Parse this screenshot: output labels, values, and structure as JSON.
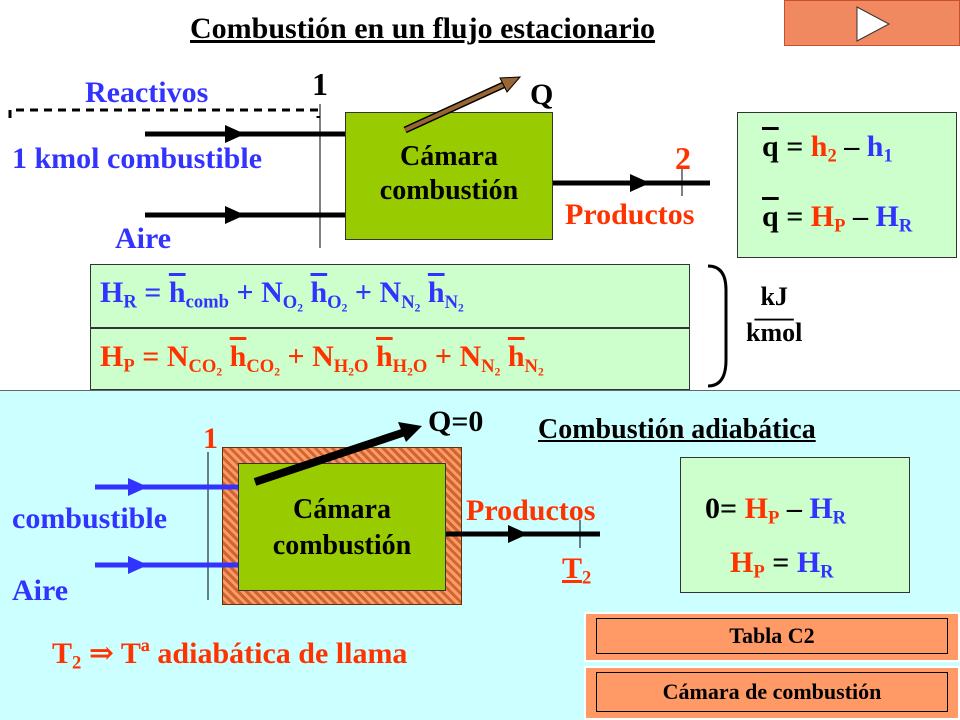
{
  "title": "Combustión en un flujo estacionario",
  "top": {
    "reactivos": "Reactivos",
    "state1": "1",
    "q": "Q",
    "fuel": "1 kmol combustible",
    "chamber_line1": "Cámara",
    "chamber_line2": "combustión",
    "state2": "2",
    "productos": "Productos",
    "aire": "Aire"
  },
  "eq_q1": {
    "lhs": "q",
    "eq": " = ",
    "a": "h",
    "a_sub": "2",
    "minus": " – ",
    "b": "h",
    "b_sub": "1"
  },
  "eq_q2": {
    "lhs": "q",
    "eq": " = ",
    "a": "H",
    "a_sub": "P",
    "minus": " – ",
    "b": "H",
    "b_sub": "R"
  },
  "eq_hr": {
    "lhs": "H",
    "lhs_sub": "R",
    "eq": " = ",
    "t1": "h",
    "t1_sub": "comb",
    "plus": " + ",
    "n2": "N",
    "n2_sub": "O",
    "n2_sub2": "2",
    "t2": "h",
    "t2_sub": "O",
    "t2_sub2": "2",
    "n3": "N",
    "n3_sub": "N",
    "n3_sub2": "2",
    "t3": "h",
    "t3_sub": "N",
    "t3_sub2": "2"
  },
  "eq_hp": {
    "lhs": "H",
    "lhs_sub": "P",
    "eq": " = ",
    "n1": "N",
    "n1_sub": "CO",
    "n1_sub2": "2",
    "t1": "h",
    "t1_sub": "CO",
    "t1_sub2": "2",
    "plus": " + ",
    "n2": "N",
    "n2_sub": "H",
    "n2_sub2": "2",
    "n2_sub3": "O",
    "t2": "h",
    "t2_sub": "H",
    "t2_sub2": "2",
    "t2_sub3": "O",
    "n3": "N",
    "n3_sub": "N",
    "n3_sub2": "2",
    "t3": "h",
    "t3_sub": "N",
    "t3_sub2": "2"
  },
  "units": {
    "num": "kJ",
    "line": "___",
    "den": "kmol"
  },
  "bottom": {
    "q0": "Q=0",
    "heading": "Combustión adiabática",
    "state1": "1",
    "fuel": "combustible",
    "aire": "Aire",
    "chamber_line1": "Cámara",
    "chamber_line2": "combustión",
    "productos": "Productos",
    "t2": "T",
    "t2_sub": "2",
    "flame_t": "T",
    "flame_sub": "2",
    "flame_arrow": "  ⇒  ",
    "flame_text": "Tª adiabática de llama"
  },
  "eq_ad1": {
    "lhs": "0",
    "eq": "= ",
    "a": "H",
    "a_sub": "P",
    "minus": " – ",
    "b": "H",
    "b_sub": "R"
  },
  "eq_ad2": {
    "a": "H",
    "a_sub": "P",
    "eq": " = ",
    "b": "H",
    "b_sub": "R"
  },
  "buttons": {
    "tabla": "Tabla C2",
    "camara": "Cámara de combustión"
  },
  "colors": {
    "chamber": "#99cc00",
    "equation_box": "#ccffcc",
    "panel": "#ccffff",
    "red": "#ff3300",
    "blue": "#3333ff"
  }
}
